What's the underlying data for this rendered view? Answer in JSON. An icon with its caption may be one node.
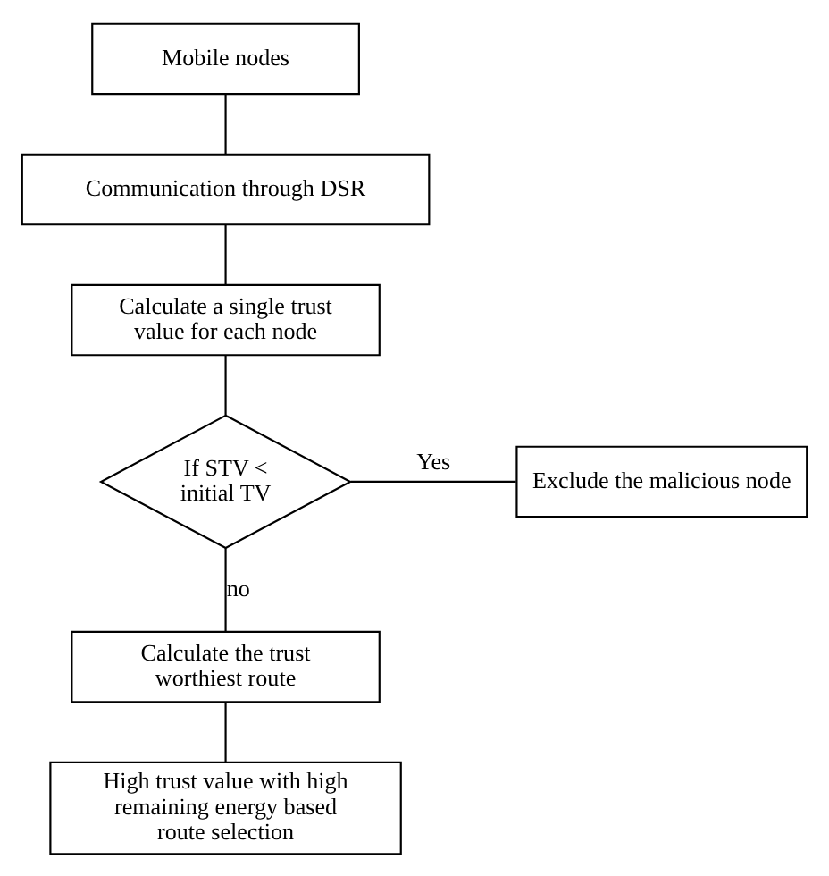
{
  "diagram": {
    "nodes": [
      {
        "text": [
          "Mobile nodes"
        ]
      },
      {
        "text": [
          "Communication through DSR"
        ]
      },
      {
        "text": [
          "Calculate a single trust value for each node"
        ]
      },
      {
        "text": [
          "If STV < initial TV"
        ]
      },
      {
        "text": [
          "Exclude the malicious node"
        ]
      },
      {
        "text": [
          "Calculate the trust worthiest route"
        ]
      },
      {
        "text": [
          "High trust value with high remaining energy based route selection"
        ]
      }
    ],
    "edges": [
      {
        "from": 0,
        "to": 1,
        "arrow": "none"
      },
      {
        "from": 1,
        "to": 2,
        "arrow": "none"
      },
      {
        "from": 2,
        "to": 3,
        "arrow": "none"
      },
      {
        "from": 3,
        "to": 4,
        "arrow": "none",
        "label": "Yes"
      },
      {
        "from": 3,
        "to": 5,
        "arrow": "none",
        "label": "no"
      },
      {
        "from": 5,
        "to": 6,
        "arrow": "none"
      }
    ]
  }
}
